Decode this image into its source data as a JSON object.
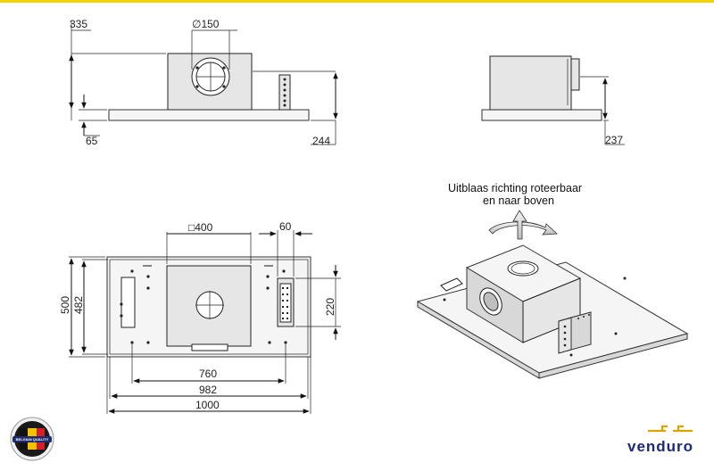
{
  "dimensions": {
    "front_width_left": "335",
    "front_duct_diameter": "∅150",
    "front_bottom_offset": "65",
    "front_height": "244",
    "side_height": "237",
    "top_motor_size": "□400",
    "top_panel_width": "60",
    "top_depth_outer": "500",
    "top_depth_inner": "482",
    "top_panel_height": "220",
    "top_hole_spacing": "760",
    "top_inner_width": "982",
    "top_outer_width": "1000"
  },
  "annotation": {
    "line1": "Uitblaas richting roteerbaar",
    "line2": "en naar boven"
  },
  "branding": {
    "logo_text": "venduro",
    "quality_seal_text": "BELGIAN QUALITY"
  },
  "colors": {
    "brand_blue": "#1e2b6e",
    "brand_gold": "#d9a400",
    "top_rule": "#f2d200"
  }
}
